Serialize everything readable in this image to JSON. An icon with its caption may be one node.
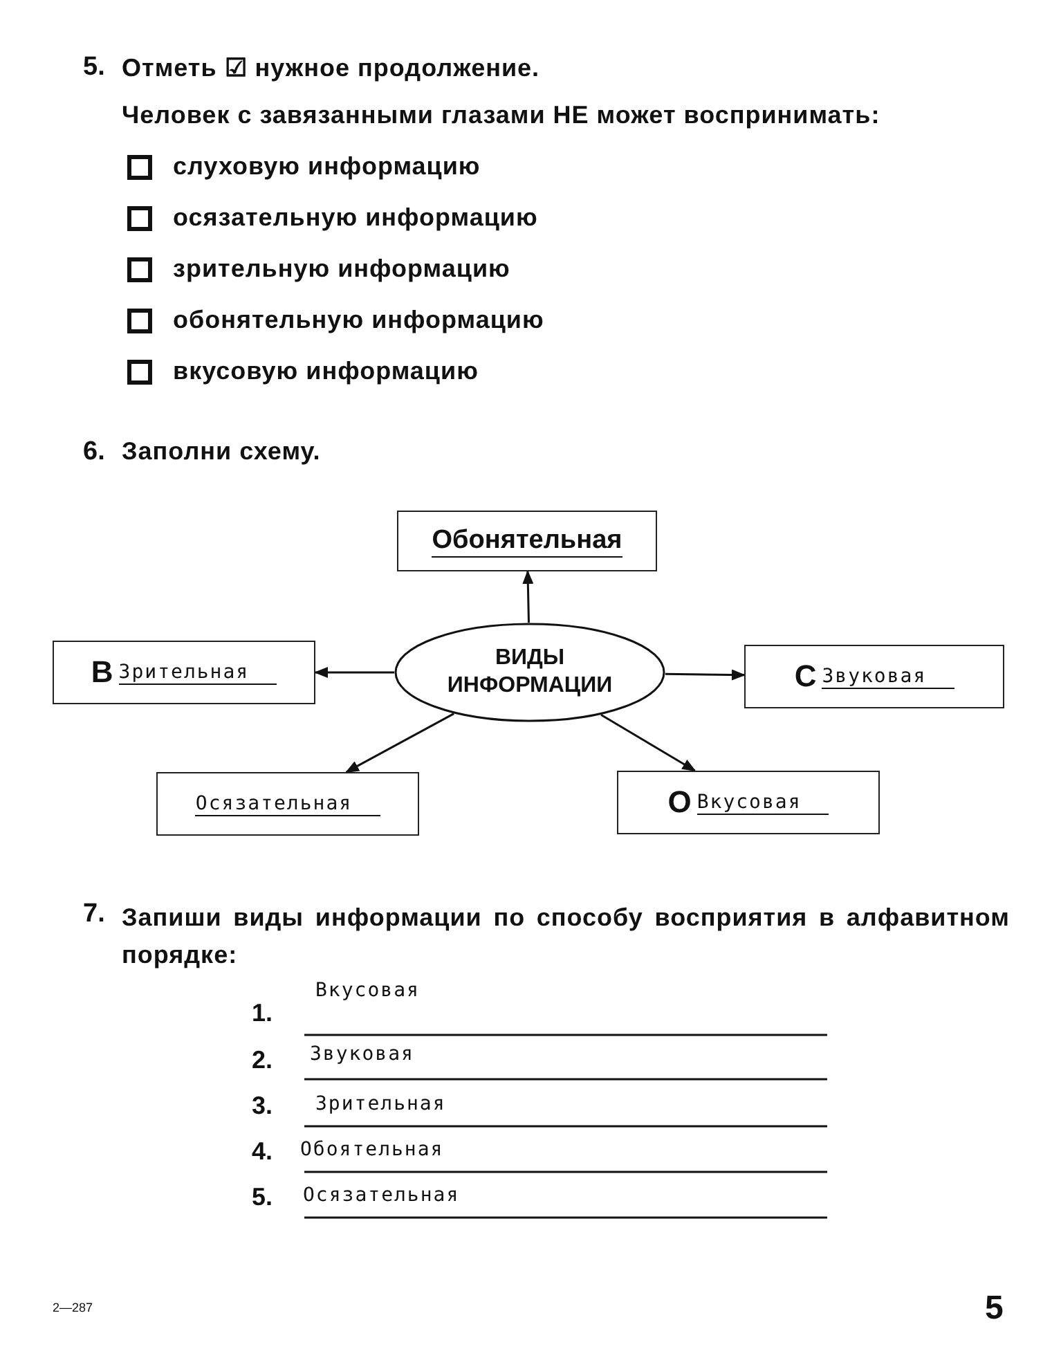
{
  "diagram": {
    "nodes": [
      {
        "text": [
          "ВИДЫ ИНФОРМАЦИИ"
        ]
      },
      {
        "text": [
          "Обонятельная"
        ]
      },
      {
        "text": [
          "В",
          "Зрительная"
        ]
      },
      {
        "text": [
          "С",
          "Звуковая"
        ]
      },
      {
        "text": [
          "Осязательная"
        ]
      },
      {
        "text": [
          "О",
          "Вкусовая"
        ]
      }
    ],
    "edges": [
      {
        "from": 0,
        "to": 1,
        "arrow": "to"
      },
      {
        "from": 0,
        "to": 2,
        "arrow": "to"
      },
      {
        "from": 0,
        "to": 3,
        "arrow": "to"
      },
      {
        "from": 0,
        "to": 4,
        "arrow": "to"
      },
      {
        "from": 0,
        "to": 5,
        "arrow": "to"
      }
    ],
    "labels": [
      "5.",
      "Отметь ☑ нужное продолжение.",
      "Человек с завязанными глазами НЕ может воспринимать:",
      "слуховую информацию",
      "осязательную информацию",
      "зрительную информацию",
      "обонятельную информацию",
      "вкусовую информацию",
      "6.",
      "Заполни схему.",
      "7.",
      "Запиши виды информации по способу восприятия в алфавитном порядке:",
      "1.",
      "Вкусовая",
      "2.",
      "Звуковая",
      "3.",
      "Зрительная",
      "4.",
      "Обоятельная",
      "5.",
      "Осязательная",
      "2—287",
      "5"
    ]
  }
}
